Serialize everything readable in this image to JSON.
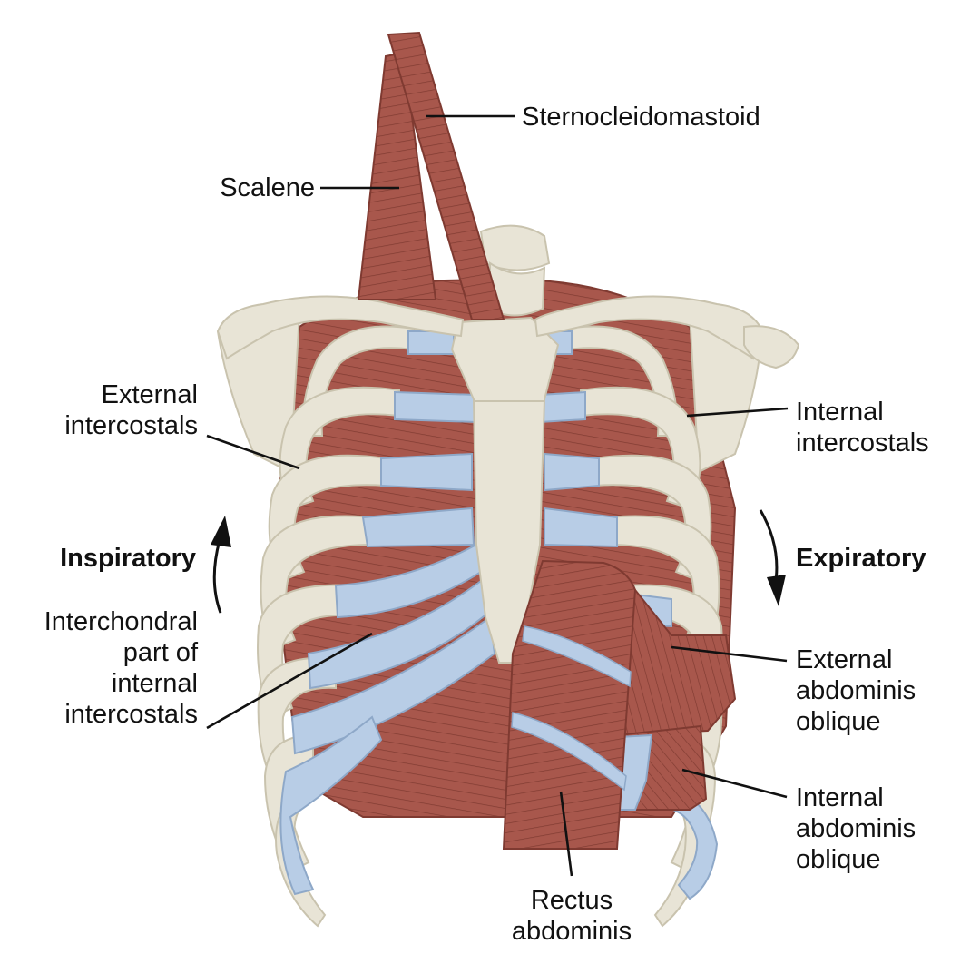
{
  "labels": {
    "sternocleidomastoid": "Sternocleidomastoid",
    "scalene": "Scalene",
    "external_intercostals": [
      "External",
      "intercostals"
    ],
    "internal_intercostals": [
      "Internal",
      "intercostals"
    ],
    "inspiratory": "Inspiratory",
    "expiratory": "Expiratory",
    "interchondral": [
      "Interchondral",
      "part of",
      "internal",
      "intercostals"
    ],
    "external_oblique": [
      "External",
      "abdominis",
      "oblique"
    ],
    "internal_oblique": [
      "Internal",
      "abdominis",
      "oblique"
    ],
    "rectus_abdominis": [
      "Rectus",
      "abdominis"
    ]
  },
  "colors": {
    "bone": "#e8e4d6",
    "bone_outline": "#c9c3ae",
    "muscle": "#a8574c",
    "muscle_fiber": "#7f3a31",
    "cartilage": "#b8cde6",
    "cartilage_outline": "#8ea8c8",
    "leader_line": "#111111"
  }
}
